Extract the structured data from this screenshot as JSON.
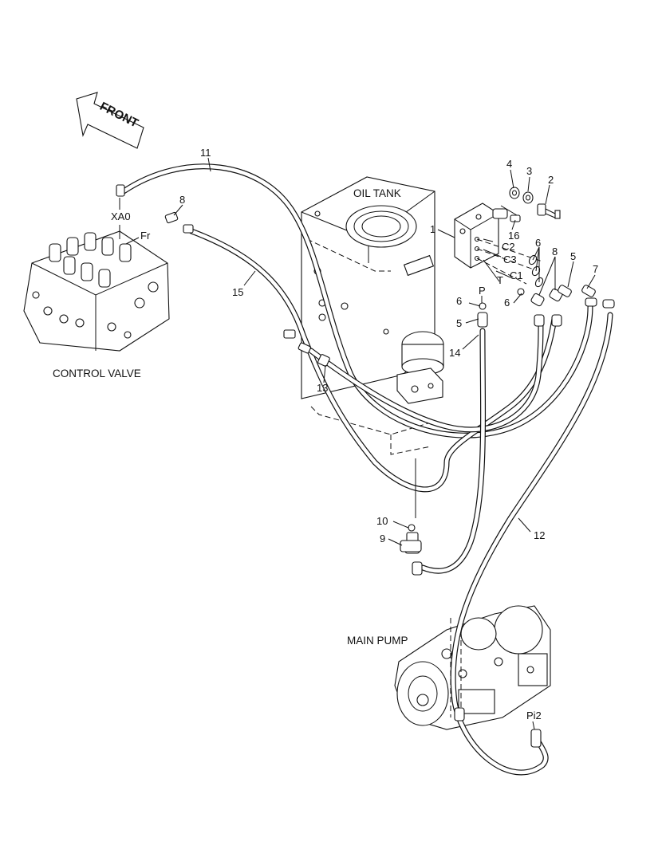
{
  "captions": {
    "front": "FRONT",
    "oil_tank": "OIL TANK",
    "control_valve": "CONTROL VALVE",
    "main_pump": "MAIN PUMP"
  },
  "ports": {
    "xa0": "XA0",
    "fr": "Fr",
    "c2": "C2",
    "c3": "C3",
    "c1": "C1",
    "t": "T",
    "p": "P",
    "pi2": "Pi2"
  },
  "callouts": {
    "c1": "1",
    "c2": "2",
    "c3": "3",
    "c4": "4",
    "c5a": "5",
    "c5b": "5",
    "c6a": "6",
    "c6b": "6",
    "c6c": "6",
    "c7": "7",
    "c8a": "8",
    "c8b": "8",
    "c9": "9",
    "c10": "10",
    "c11": "11",
    "c12": "12",
    "c13": "13",
    "c14": "14",
    "c15": "15",
    "c16": "16"
  }
}
